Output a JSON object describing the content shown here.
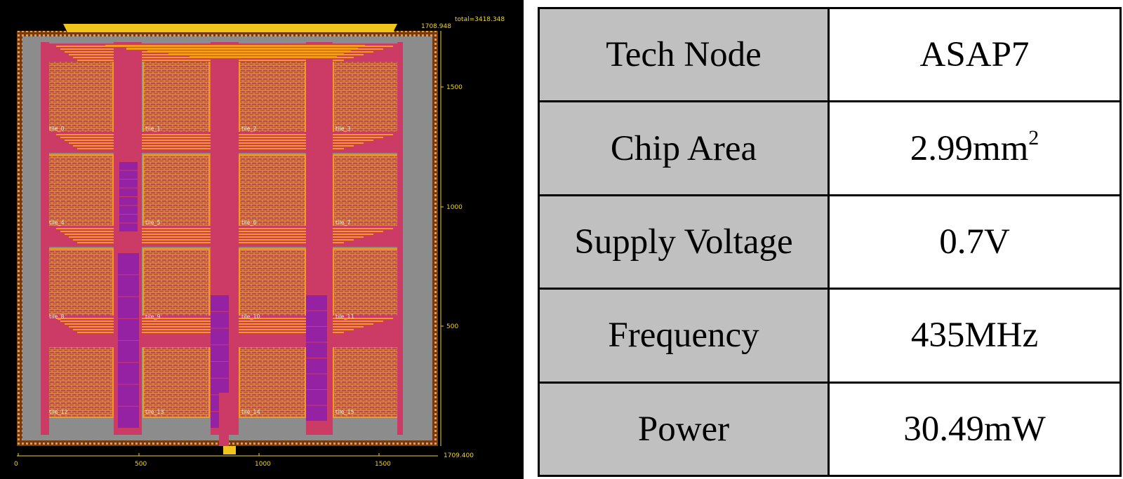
{
  "layout": {
    "header_label": "total=3418.348",
    "axis": {
      "x_ticks": [
        "0",
        "500",
        "1000",
        "1500"
      ],
      "y_ticks": [
        "1500",
        "1000",
        "500"
      ],
      "y_top_label": "1708.948",
      "y_bottom_label": "1709.400"
    },
    "tiles": [
      "tile_0",
      "tile_1",
      "tile_2",
      "tile_3",
      "tile_4",
      "tile_5",
      "tile_6",
      "tile_7",
      "tile_8",
      "tile_9",
      "tile_10",
      "tile_11",
      "tile_12",
      "tile_13",
      "tile_14",
      "tile_15"
    ],
    "colors": {
      "background": "#000000",
      "die": "#8c8c8c",
      "border": "#e0a020",
      "route_red": "#cc3a66",
      "route_orange": "#f59a1a",
      "route_purple": "#8a1fae",
      "pin": "#f2d51e"
    }
  },
  "spec_table": [
    {
      "label": "Tech Node",
      "value": "ASAP7",
      "sup": ""
    },
    {
      "label": "Chip Area",
      "value": "2.99mm",
      "sup": "2"
    },
    {
      "label": "Supply Voltage",
      "value": "0.7V",
      "sup": ""
    },
    {
      "label": "Frequency",
      "value": "435MHz",
      "sup": ""
    },
    {
      "label": "Power",
      "value": "30.49mW",
      "sup": ""
    }
  ]
}
